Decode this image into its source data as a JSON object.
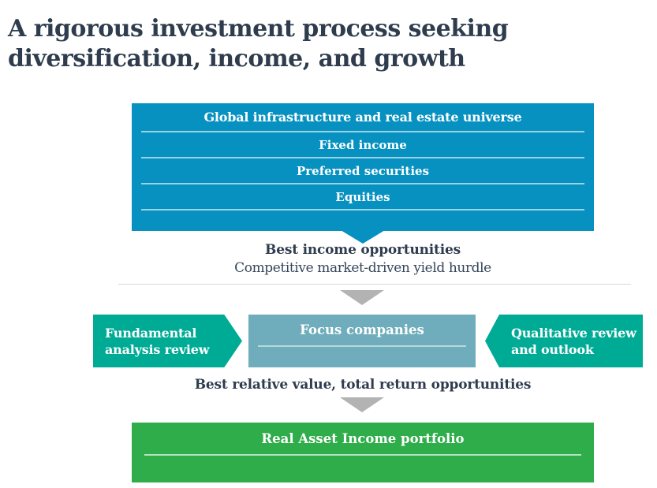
{
  "title": {
    "line1": "A rigorous investment process seeking",
    "line2": "diversification, income, and growth"
  },
  "universe_box": {
    "header": "Global infrastructure and real estate universe",
    "items": [
      "Fixed income",
      "Preferred securities",
      "Equities"
    ]
  },
  "stage1": {
    "heading": "Best income opportunities",
    "subheading": "Competitive market-driven yield hurdle"
  },
  "analysis_row": {
    "left": {
      "line1": "Fundamental",
      "line2": "analysis review"
    },
    "center": {
      "label": "Focus companies"
    },
    "right": {
      "line1": "Qualitative review",
      "line2": "and outlook"
    }
  },
  "stage2": {
    "heading": "Best relative value, total return opportunities"
  },
  "portfolio_box": {
    "label": "Real Asset Income portfolio"
  },
  "colors": {
    "title_text": "#2e3c4e",
    "universe_blue": "#0791c1",
    "teal": "#00ab96",
    "focus_blue": "#6fadbc",
    "portfolio_green": "#2fad4a",
    "arrow_gray": "#b3b3b3",
    "divider_gray": "#d8d8d8"
  }
}
